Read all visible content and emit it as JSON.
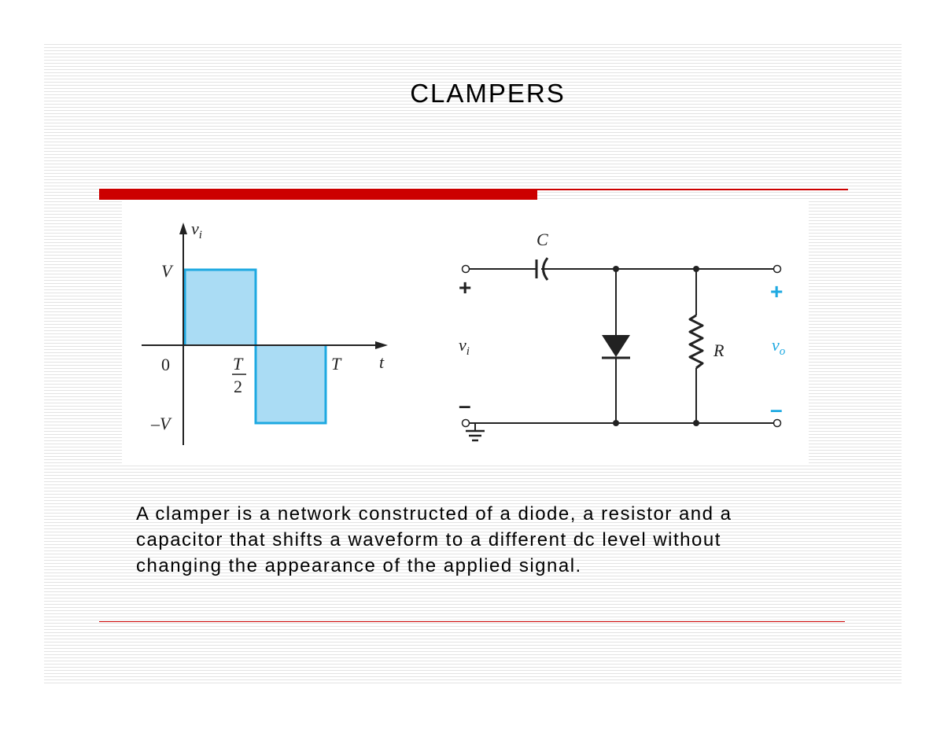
{
  "slide": {
    "title": "CLAMPERS",
    "body_lines": [
      "A clamper is a network constructed of a diode, a resistor and a",
      "capacitor that shifts a waveform to a different dc level without",
      "changing the appearance of the applied signal."
    ]
  },
  "waveform": {
    "y_axis_label": "v",
    "y_axis_subscript": "i",
    "x_axis_label": "t",
    "level_high_label": "V",
    "level_zero_label": "0",
    "level_low_label": "–V",
    "half_period_numerator": "T",
    "half_period_denominator": "2",
    "period_label": "T",
    "fill_color": "#aadcf4",
    "stroke_color": "#1ea9e1"
  },
  "circuit": {
    "capacitor_label": "C",
    "resistor_label": "R",
    "input_label": "v",
    "input_subscript": "i",
    "output_label": "v",
    "output_subscript": "o",
    "input_plus": "+",
    "input_minus": "–",
    "output_plus": "+",
    "output_minus": "–",
    "output_color": "#1ea9e1"
  },
  "colors": {
    "accent_red": "#cc0000"
  }
}
